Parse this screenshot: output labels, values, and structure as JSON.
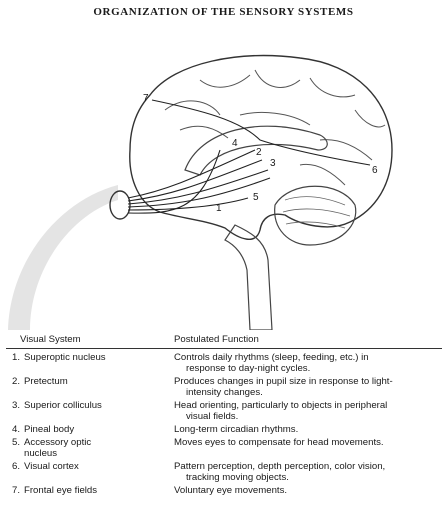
{
  "title": "ORGANIZATION OF THE SENSORY SYSTEMS",
  "diagram_labels": [
    "1",
    "2",
    "3",
    "4",
    "5",
    "6",
    "7"
  ],
  "table": {
    "header_system": "Visual System",
    "header_function": "Postulated Function",
    "rows": [
      {
        "num": "1.",
        "system": "Superoptic nucleus",
        "function": "Controls daily rhythms (sleep, feeding, etc.) in",
        "function2": "response to day-night cycles."
      },
      {
        "num": "2.",
        "system": "Pretectum",
        "function": "Produces changes in pupil size in response to light-",
        "function2": "intensity changes."
      },
      {
        "num": "3.",
        "system": "Superior colliculus",
        "function": "Head orienting, particularly to objects in peripheral",
        "function2": "visual fields."
      },
      {
        "num": "4.",
        "system": "Pineal body",
        "function": "Long-term circadian rhythms.",
        "function2": ""
      },
      {
        "num": "5.",
        "system": "Accessory optic",
        "system2": "nucleus",
        "function": "Moves eyes to compensate for head movements.",
        "function2": ""
      },
      {
        "num": "6.",
        "system": "Visual cortex",
        "function": "Pattern perception, depth perception, color vision,",
        "function2": "tracking moving objects."
      },
      {
        "num": "7.",
        "system": "Frontal eye fields",
        "function": "Voluntary eye movements.",
        "function2": ""
      }
    ]
  }
}
